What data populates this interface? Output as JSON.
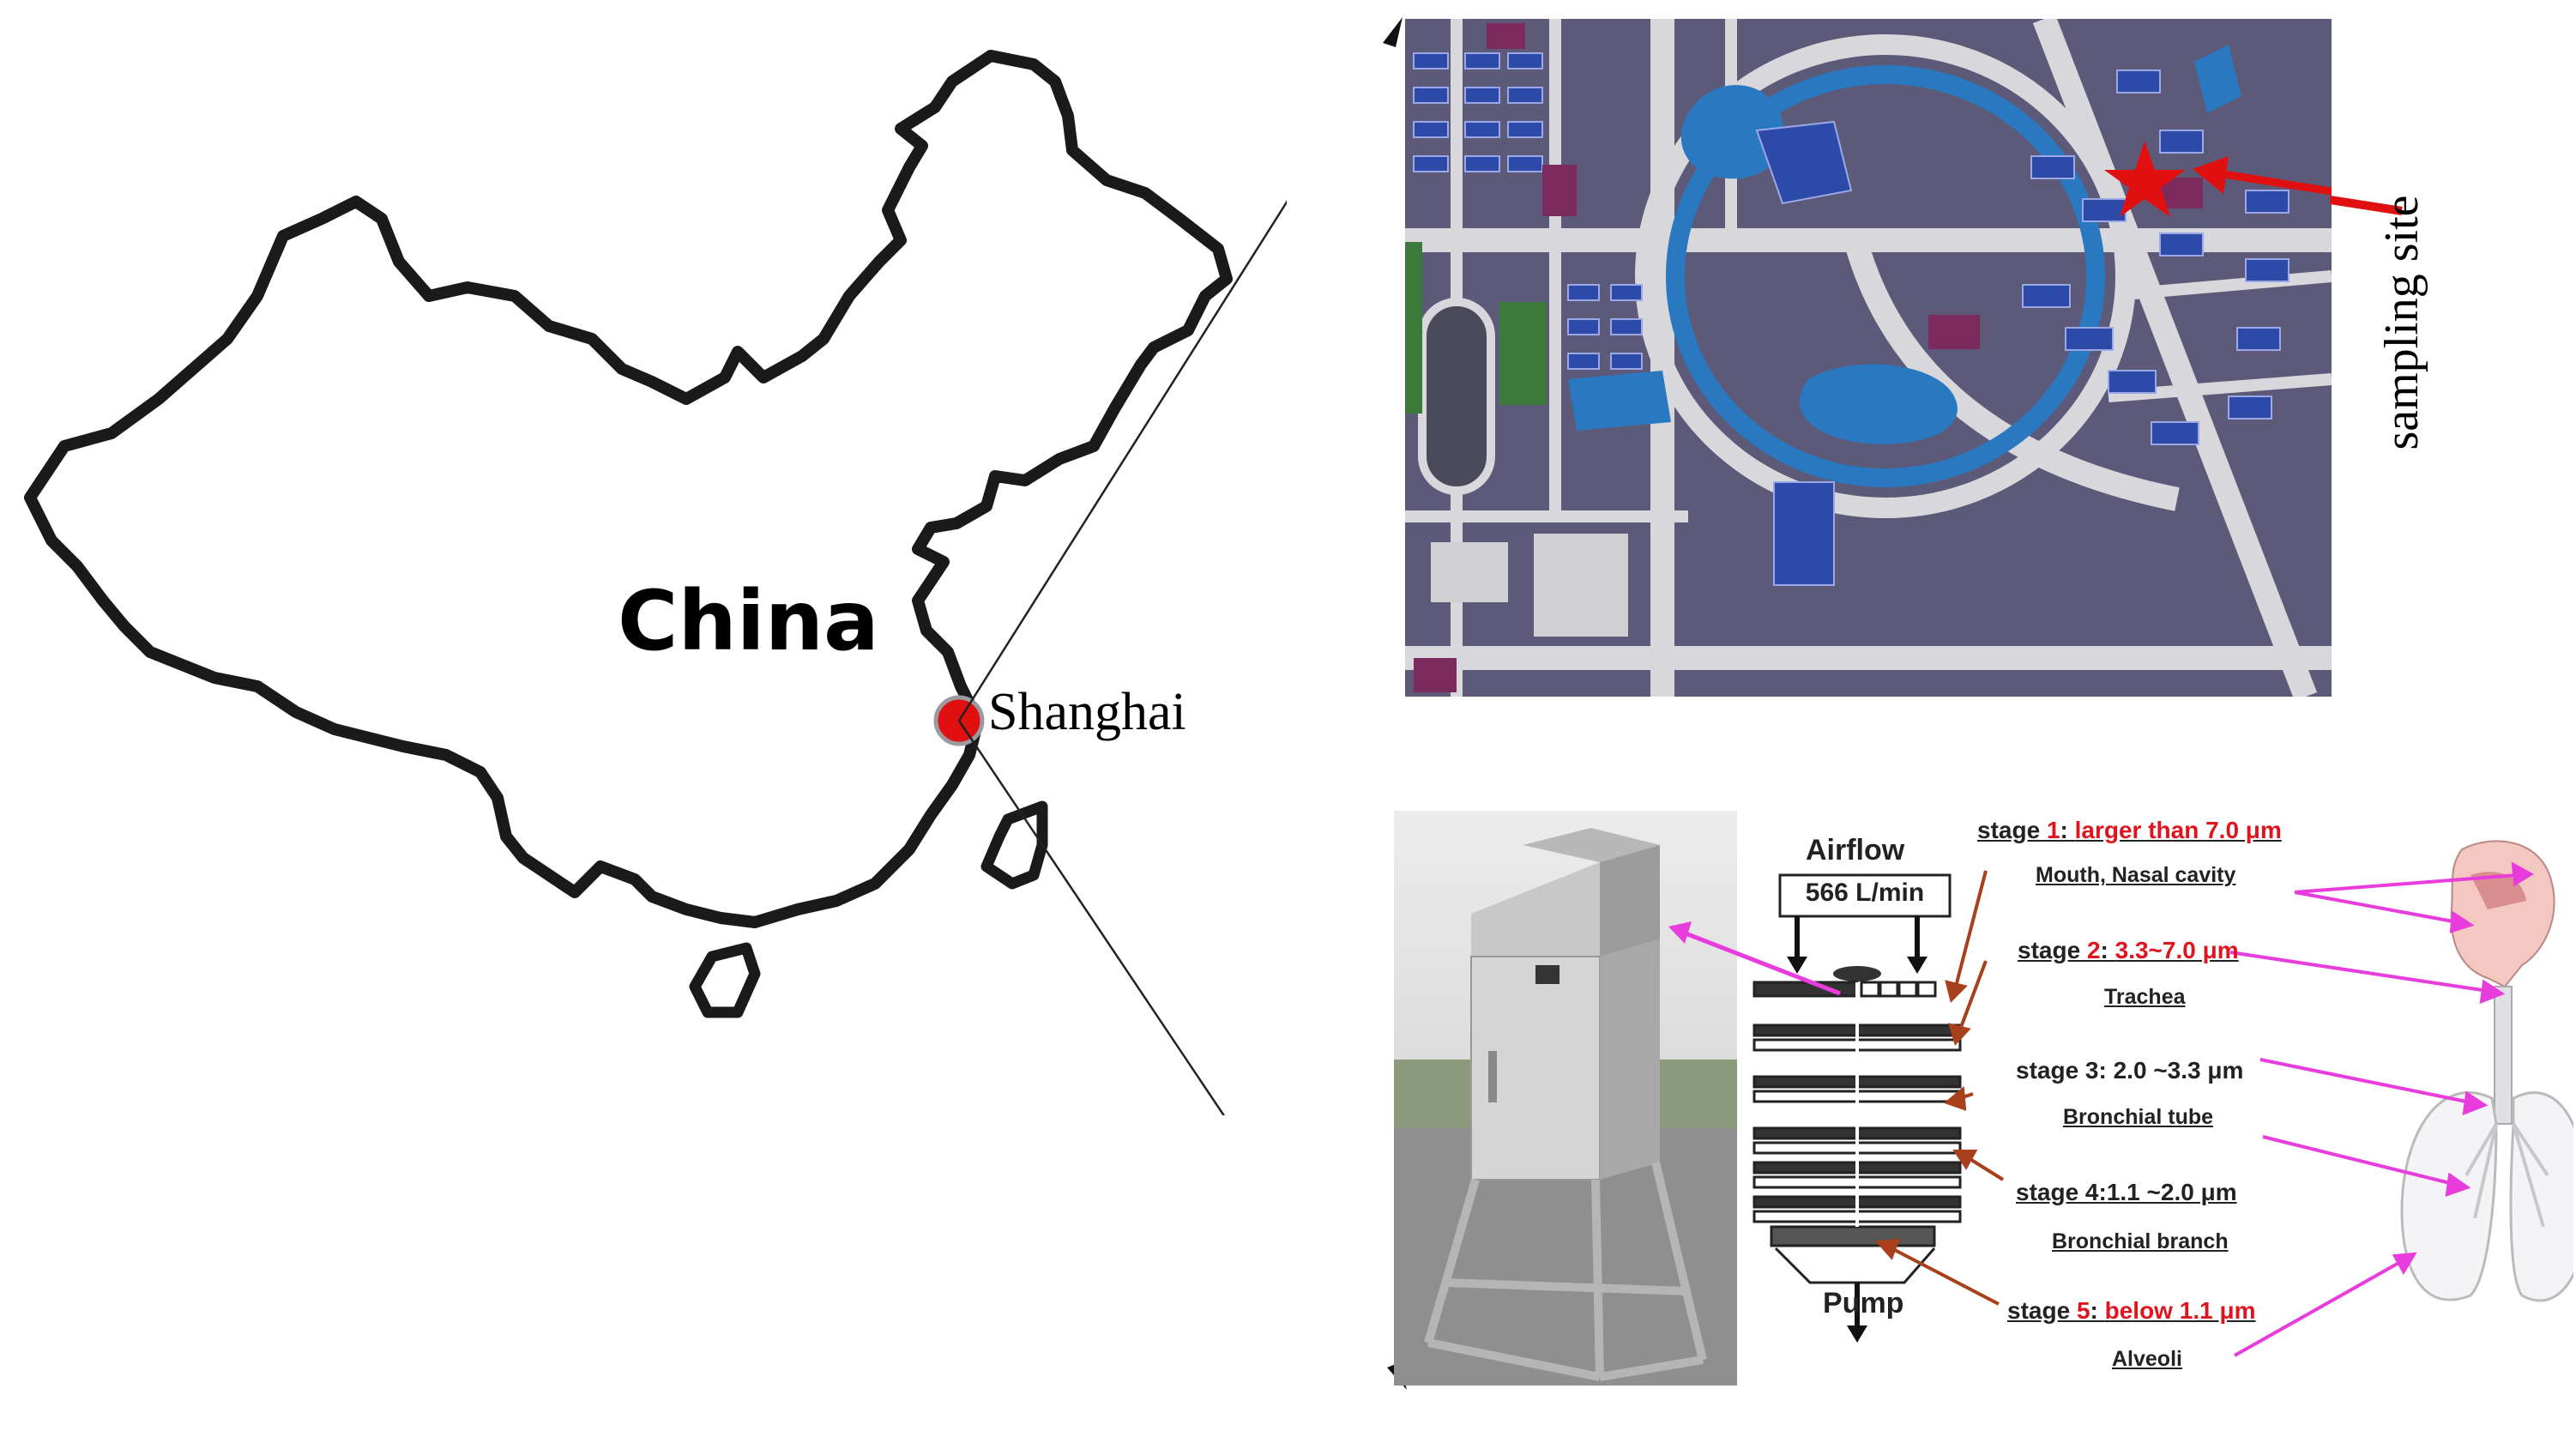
{
  "map": {
    "country_label": "China",
    "city_label": "Shanghai",
    "site_label": "sampling site"
  },
  "sampler": {
    "airflow_title": "Airflow",
    "airflow_rate": "566 L/min",
    "pump_label": "Pump",
    "stages": [
      {
        "prefix": "stage ",
        "num": "1",
        "sep": ": ",
        "range": "larger than 7.0 μm",
        "organ": "Mouth, Nasal cavity"
      },
      {
        "prefix": "stage ",
        "num": "2",
        "sep": ": ",
        "range": "3.3~7.0 μm",
        "organ": "Trachea"
      },
      {
        "prefix": "stage 3",
        "num": "",
        "sep": ": ",
        "range": "2.0 ~3.3 μm",
        "organ": "Bronchial tube"
      },
      {
        "prefix": "stage 4",
        "num": "",
        "sep": ":",
        "range": "1.1 ~2.0 μm",
        "organ": "Bronchial branch"
      },
      {
        "prefix": "stage ",
        "num": "5",
        "sep": ": ",
        "range": "below 1.1 μm",
        "organ": "Alveoli"
      }
    ]
  },
  "colors": {
    "outline": "#1a1a1a",
    "marker": "#e01010",
    "map_bg": "#5c5a78",
    "building": "#2e4aa8",
    "lake": "#2a78c0",
    "arrow_magenta": "#e83cdc",
    "arrow_brown": "#a8401c"
  }
}
